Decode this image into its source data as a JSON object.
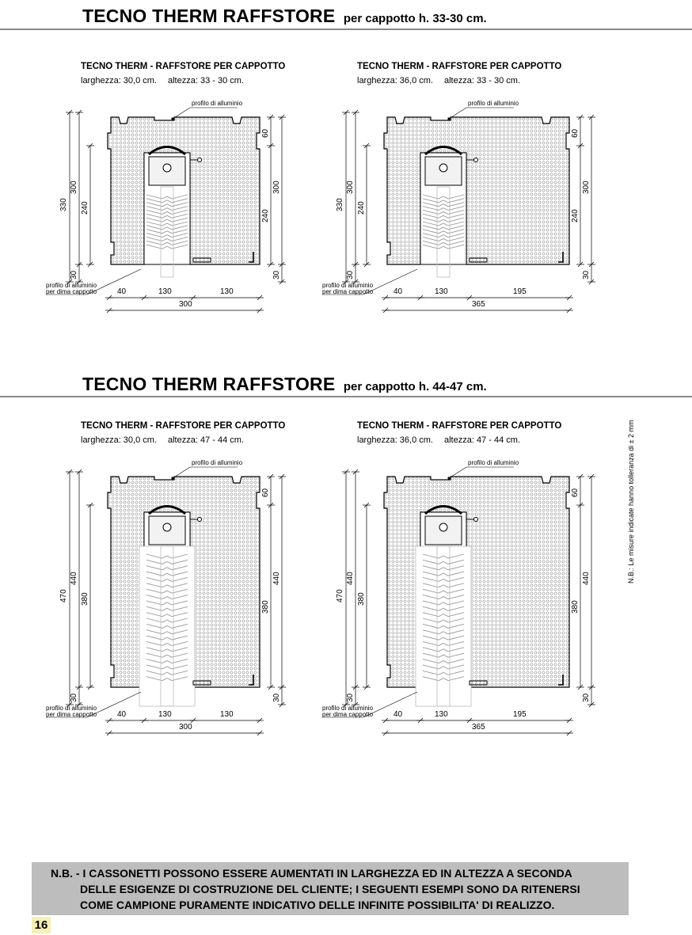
{
  "sections": [
    {
      "title_main": "TECNO THERM RAFFSTORE",
      "title_sub": "per cappotto  h. 33-30 cm.",
      "drawings": [
        {
          "title": "TECNO THERM - RAFFSTORE PER CAPPOTTO",
          "width_text": "larghezza: 30,0 cm.",
          "height_text": "altezza: 33 - 30 cm.",
          "top_label": "profilo di alluminio",
          "side_label_1": "profilo di alluminio",
          "side_label_2": "per dima cappotto",
          "left_dims": [
            "330",
            "300",
            "240",
            "30"
          ],
          "right_dims": [
            "60",
            "300",
            "240",
            "30"
          ],
          "bottom_dims": [
            "40",
            "130",
            "130"
          ],
          "total_dim": "300"
        },
        {
          "title": "TECNO THERM - RAFFSTORE PER CAPPOTTO",
          "width_text": "larghezza: 36,0 cm.",
          "height_text": "altezza: 33 - 30 cm.",
          "top_label": "profilo di alluminio",
          "side_label_1": "profilo di alluminio",
          "side_label_2": "per dima cappotto",
          "left_dims": [
            "330",
            "300",
            "240",
            "30"
          ],
          "right_dims": [
            "60",
            "300",
            "240",
            "30"
          ],
          "bottom_dims": [
            "40",
            "130",
            "195"
          ],
          "total_dim": "365"
        }
      ]
    },
    {
      "title_main": "TECNO THERM RAFFSTORE",
      "title_sub": "per cappotto  h. 44-47 cm.",
      "drawings": [
        {
          "title": "TECNO THERM - RAFFSTORE PER CAPPOTTO",
          "width_text": "larghezza: 30,0 cm.",
          "height_text": "altezza: 47 - 44 cm.",
          "top_label": "profilo di alluminio",
          "side_label_1": "profilo di alluminio",
          "side_label_2": "per dima cappotto",
          "left_dims": [
            "470",
            "440",
            "380",
            "30"
          ],
          "right_dims": [
            "60",
            "440",
            "380",
            "30"
          ],
          "bottom_dims": [
            "40",
            "130",
            "130"
          ],
          "total_dim": "300"
        },
        {
          "title": "TECNO THERM - RAFFSTORE PER CAPPOTTO",
          "width_text": "larghezza: 36,0 cm.",
          "height_text": "altezza: 47 - 44 cm.",
          "top_label": "profilo di alluminio",
          "side_label_1": "profilo di alluminio",
          "side_label_2": "per dima cappotto",
          "left_dims": [
            "470",
            "440",
            "380",
            "30"
          ],
          "right_dims": [
            "60",
            "440",
            "380",
            "30"
          ],
          "bottom_dims": [
            "40",
            "130",
            "195"
          ],
          "total_dim": "365"
        }
      ]
    }
  ],
  "side_note": "N.B.: Le misure indicate hanno tolleranza di ± 2 mm",
  "footer": {
    "line1": "N.B. - I CASSONETTI POSSONO ESSERE AUMENTATI IN LARGHEZZA ED IN ALTEZZA A SECONDA",
    "line2": "DELLE ESIGENZE DI COSTRUZIONE DEL CLIENTE;  I SEGUENTI ESEMPI SONO DA RITENERSI",
    "line3": "COME CAMPIONE PURAMENTE INDICATIVO DELLE INFINITE POSSIBILITA' DI REALIZZO."
  },
  "page_number": "16",
  "colors": {
    "rule": "#8a8a8a",
    "footer_bg": "#bdbdbd",
    "page_number_bg": "#f5efb8"
  }
}
